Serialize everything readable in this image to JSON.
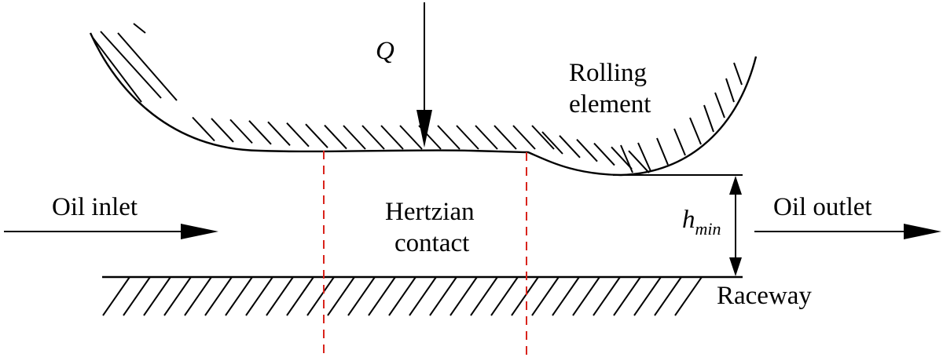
{
  "labels": {
    "load": "Q",
    "rolling_element_line1": "Rolling",
    "rolling_element_line2": "element",
    "oil_inlet": "Oil inlet",
    "oil_outlet": "Oil outlet",
    "hertzian_line1": "Hertzian",
    "hertzian_line2": "contact",
    "film_thickness_symbol": "h",
    "film_thickness_subscript": "min",
    "raceway": "Raceway"
  },
  "colors": {
    "ink": "#000000",
    "contact_boundary": "#d9241c",
    "background": "#ffffff"
  }
}
